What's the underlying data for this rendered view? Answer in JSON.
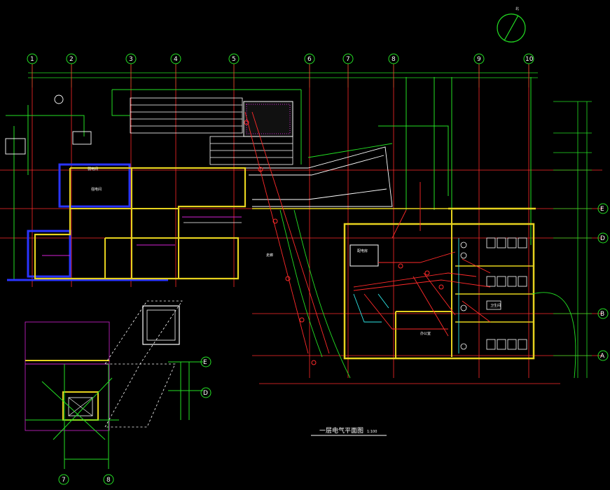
{
  "drawing": {
    "title": "一层电气平面图",
    "scale": "1:100",
    "north_label": "北"
  },
  "grid_top": [
    "1",
    "2",
    "3",
    "4",
    "5",
    "6",
    "7",
    "8",
    "9",
    "10"
  ],
  "grid_right": [
    "E",
    "D",
    "B",
    "A"
  ],
  "detail_grid_bottom": [
    "7",
    "8"
  ],
  "detail_grid_right": [
    "E",
    "D"
  ],
  "room_labels": {
    "r1": "弱电间",
    "r2": "强电间",
    "r3": "走廊",
    "r4": "卫生间",
    "r5": "办公室",
    "r6": "配电房"
  },
  "colors": {
    "wall_yellow": "#e6d21e",
    "wall_blue": "#2a35ff",
    "grid_red": "#ff2a2a",
    "line_green": "#23e023",
    "line_white": "#ffffff",
    "accent_magenta": "#d422d4",
    "cyan": "#2ee6e6"
  }
}
